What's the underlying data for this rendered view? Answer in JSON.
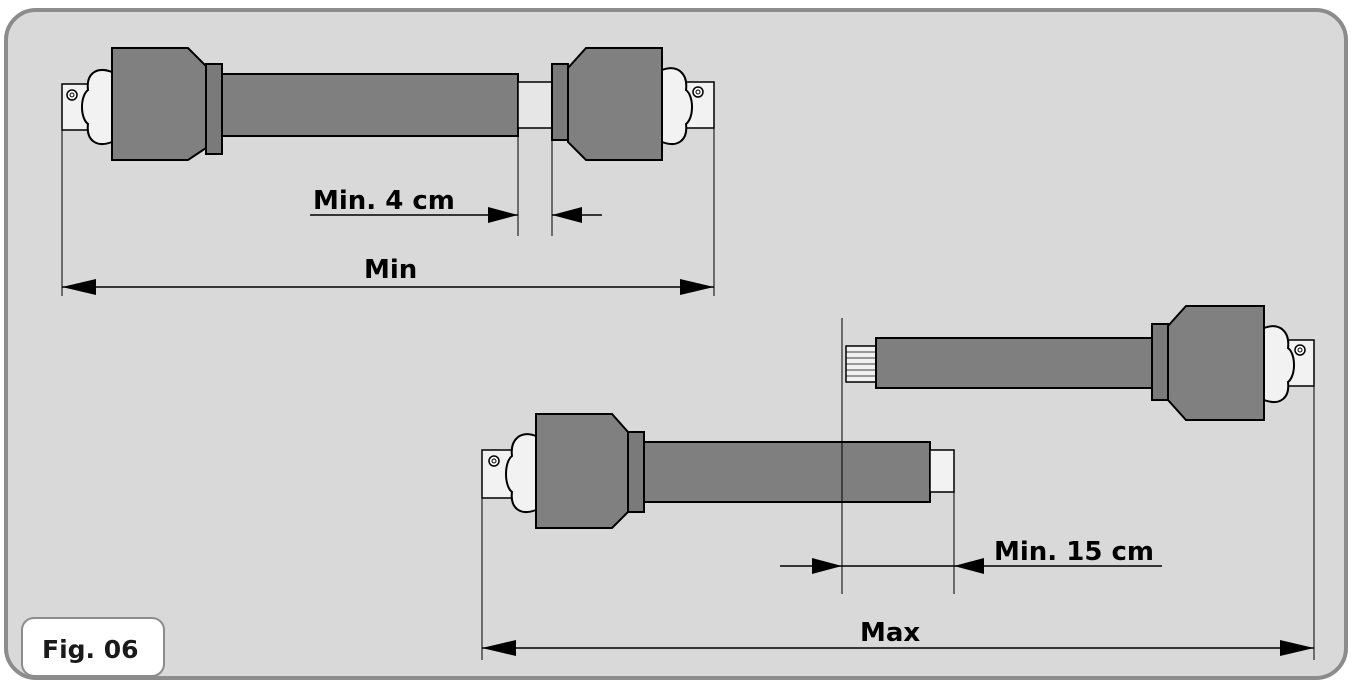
{
  "figure": {
    "label": "Fig. 06"
  },
  "dimensions": {
    "min_overlap": "Min. 4 cm",
    "min_length": "Min",
    "min_engagement": "Min. 15 cm",
    "max_length": "Max"
  },
  "colors": {
    "panel_background": "#d9d9d9",
    "panel_border": "#8c8c8c",
    "shaft_fill": "#7f7f7f",
    "guard_fill": "#808080",
    "inner_tube_fill": "#e6e6e6",
    "yoke_fill": "#f2f2f2",
    "line": "#000000",
    "label_box": "#ffffff"
  }
}
